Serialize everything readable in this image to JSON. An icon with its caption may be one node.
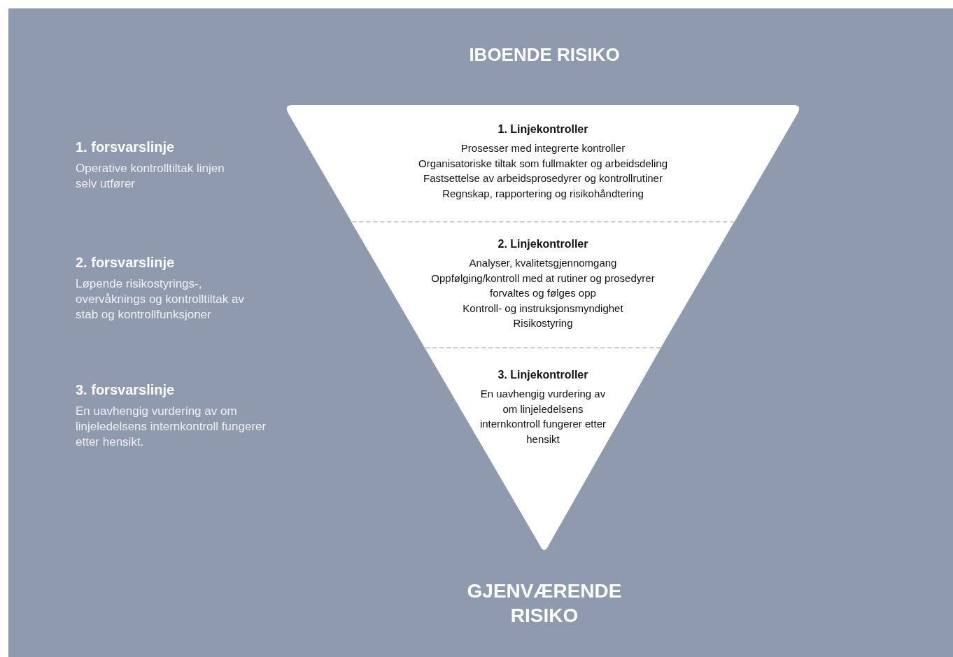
{
  "diagram": {
    "nodes": [
      {
        "text": [
          "1. Linjekontroller",
          "Prosesser med integrerte kontroller",
          "Organisatoriske tiltak som fullmakter og arbeidsdeling",
          "Fastsettelse av arbeidsprosedyrer og kontrollrutiner",
          "Regnskap, rapportering og risikohåndtering"
        ]
      },
      {
        "text": [
          "2. Linjekontroller",
          "Analyser, kvalitetsgjennomgang",
          "Oppfølging/kontroll med at rutiner og prosedyrer forvaltes og følges opp",
          "Kontroll- og instruksjonsmyndighet",
          "Risikostyring"
        ]
      },
      {
        "text": [
          "3. Linjekontroller",
          "En uavhengig vurdering av om linjeledelsens internkontroll fungerer etter hensikt"
        ]
      }
    ],
    "labels": [
      "IBOENDE RISIKO",
      "1. forsvarslinje",
      "Operative kontrolltiltak linjen selv utfører",
      "2. forsvarslinje",
      "Løpende risikostyrings-, overvåknings og kontrolltiltak av stab og kontrollfunksjoner",
      "3. forsvarslinje",
      "En uavhengig vurdering av om linjeledelsens internkontroll fungerer etter hensikt.",
      "GJENVÆRENDE RISIKO"
    ]
  }
}
